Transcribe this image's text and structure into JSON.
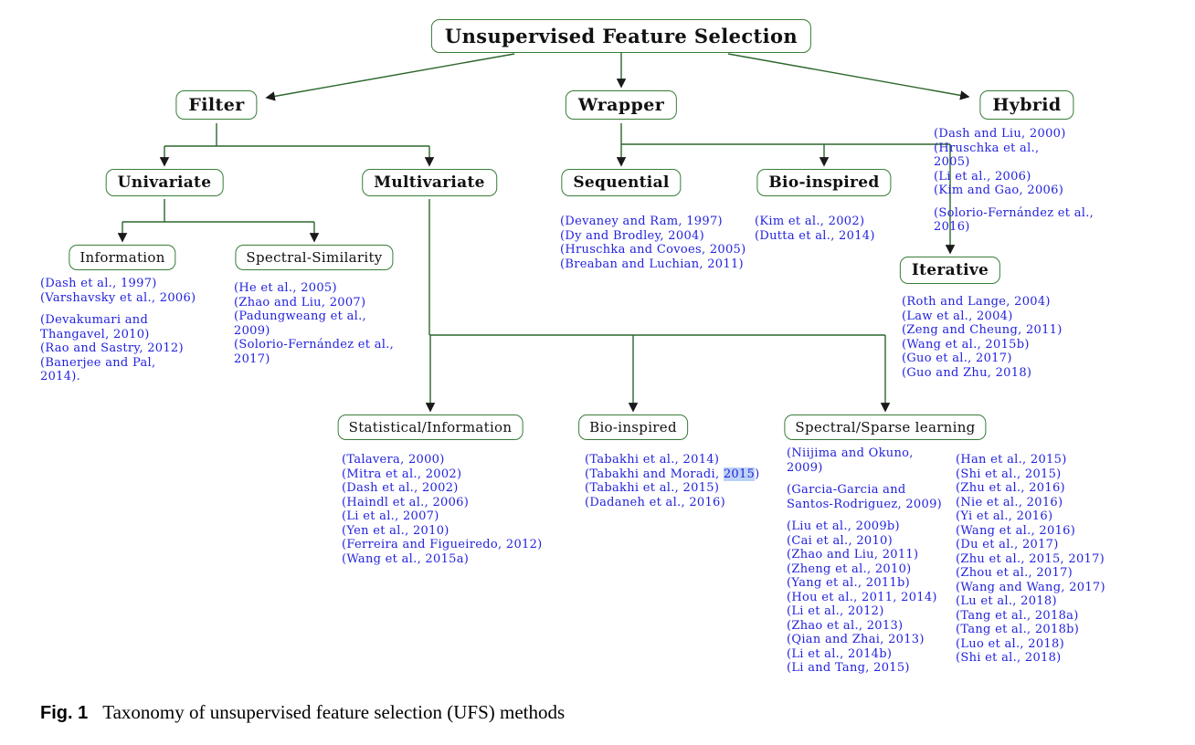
{
  "figure": {
    "caption_label": "Fig. 1",
    "caption_text": "Taxonomy of unsupervised feature selection (UFS) methods"
  },
  "colors": {
    "box_border": "#377d37",
    "connector_line": "#2c662c",
    "citation_blue": "#2222dd",
    "highlight_bg": "#bcd2f7",
    "text": "#111111"
  },
  "tree": {
    "root": {
      "label": "Unsupervised Feature Selection"
    },
    "nodes": {
      "filter": {
        "label": "Filter"
      },
      "wrapper": {
        "label": "Wrapper"
      },
      "hybrid": {
        "label": "Hybrid"
      },
      "univariate": {
        "label": "Univariate"
      },
      "multivariate": {
        "label": "Multivariate"
      },
      "sequential": {
        "label": "Sequential"
      },
      "bio_wrapper": {
        "label": "Bio-inspired"
      },
      "information": {
        "label": "Information"
      },
      "spectral_similarity": {
        "label": "Spectral-Similarity"
      },
      "iterative": {
        "label": "Iterative"
      },
      "statistical_information": {
        "label": "Statistical/Information"
      },
      "bio_multivariate": {
        "label": "Bio-inspired"
      },
      "spectral_sparse": {
        "label": "Spectral/Sparse learning"
      }
    },
    "citations": {
      "information": [
        "(Dash et al., 1997)",
        "(Varshavsky et al., 2006)",
        "",
        "(Devakumari and\nThangavel, 2010)",
        "(Rao and Sastry, 2012)",
        "(Banerjee and Pal,\n2014)."
      ],
      "spectral_similarity": [
        "(He et al., 2005)",
        "(Zhao and Liu, 2007)",
        "(Padungweang et al.,\n2009)",
        "(Solorio-Fernández et al.,\n2017)"
      ],
      "sequential": [
        "(Devaney and Ram, 1997)",
        "(Dy and Brodley, 2004)",
        "(Hruschka and Covoes, 2005)",
        "(Breaban and Luchian, 2011)"
      ],
      "bio_wrapper": [
        "(Kim et al., 2002)",
        "(Dutta et al., 2014)"
      ],
      "hybrid": [
        "(Dash and Liu, 2000)",
        "(Hruschka et al.,\n2005)",
        "(Li et al., 2006)",
        "(Kim and Gao, 2006)",
        "",
        "(Solorio-Fernández et al.,\n2016)"
      ],
      "iterative": [
        "(Roth and Lange, 2004)",
        "(Law et al., 2004)",
        "(Zeng and Cheung, 2011)",
        "(Wang et al., 2015b)",
        "(Guo et al., 2017)",
        "(Guo and Zhu, 2018)"
      ],
      "statistical_information": [
        "(Talavera, 2000)",
        "(Mitra et al., 2002)",
        "(Dash et al., 2002)",
        "(Haindl et al., 2006)",
        "(Li et al., 2007)",
        "(Yen et al., 2010)",
        "(Ferreira and Figueiredo, 2012)",
        "(Wang et al., 2015a)"
      ],
      "bio_multivariate": [
        "(Tabakhi et al., 2014)",
        {
          "pre": "(Tabakhi and Moradi, ",
          "highlight": "2015",
          "post": ")"
        },
        "(Tabakhi et al., 2015)",
        "(Dadaneh et al., 2016)"
      ],
      "spectral_sparse_left": [
        "(Niijima and Okuno,\n2009)",
        "",
        "(Garcia-Garcia and\nSantos-Rodriguez, 2009)",
        "",
        "(Liu et al., 2009b)",
        "(Cai et al., 2010)",
        "(Zhao and Liu, 2011)",
        "(Zheng et al., 2010)",
        "(Yang et al., 2011b)",
        "(Hou et al., 2011, 2014)",
        "(Li et al., 2012)",
        "(Zhao et al., 2013)",
        "(Qian and Zhai, 2013)",
        "(Li et al., 2014b)",
        "(Li and Tang, 2015)"
      ],
      "spectral_sparse_right": [
        "(Han et al., 2015)",
        "(Shi et al., 2015)",
        "(Zhu et al., 2016)",
        "(Nie et al., 2016)",
        "(Yi et al., 2016)",
        "(Wang et al., 2016)",
        "(Du et al., 2017)",
        "(Zhu et al., 2015, 2017)",
        "(Zhou et al., 2017)",
        "(Wang and Wang, 2017)",
        "(Lu et al., 2018)",
        "(Tang et al., 2018a)",
        "(Tang et al., 2018b)",
        "(Luo et al., 2018)",
        "(Shi et al., 2018)"
      ]
    }
  }
}
